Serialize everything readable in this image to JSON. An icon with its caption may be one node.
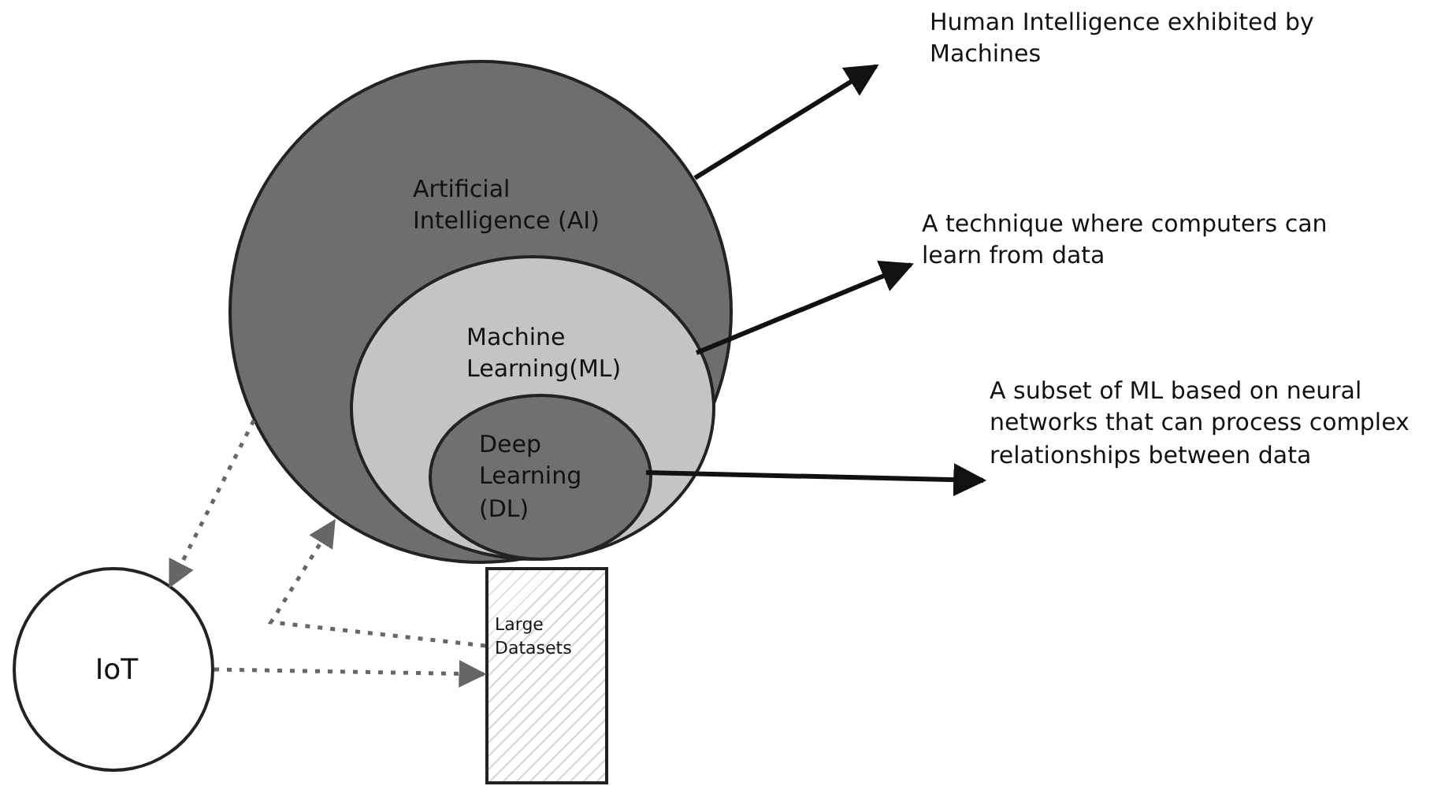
{
  "diagram": {
    "nodes": [
      {
        "text": [
          "Artificial Intelligence (AI)"
        ]
      },
      {
        "text": [
          "Machine Learning(ML)"
        ],
        "in": 0
      },
      {
        "text": [
          "Deep Learning (DL)"
        ],
        "in": 1
      },
      {
        "text": [
          "Large Datasets"
        ]
      },
      {
        "text": [
          "IoT"
        ]
      },
      {
        "text": [
          "Human Intelligence exhibited by Machines"
        ]
      },
      {
        "text": [
          "A technique where computers can learn from data"
        ]
      },
      {
        "text": [
          "A subset of ML based on neural networks that can process complex relationships between data"
        ]
      }
    ],
    "edges": [
      {
        "from": 0,
        "to": 5,
        "arrow": "to"
      },
      {
        "from": 1,
        "to": 6,
        "arrow": "to"
      },
      {
        "from": 2,
        "to": 7,
        "arrow": "to"
      },
      {
        "from": 0,
        "to": 4,
        "arrow": "to",
        "style": "dashed"
      },
      {
        "from": 3,
        "to": 0,
        "arrow": "to",
        "style": "dashed"
      },
      {
        "from": 4,
        "to": 3,
        "arrow": "to",
        "style": "dashed"
      }
    ]
  }
}
